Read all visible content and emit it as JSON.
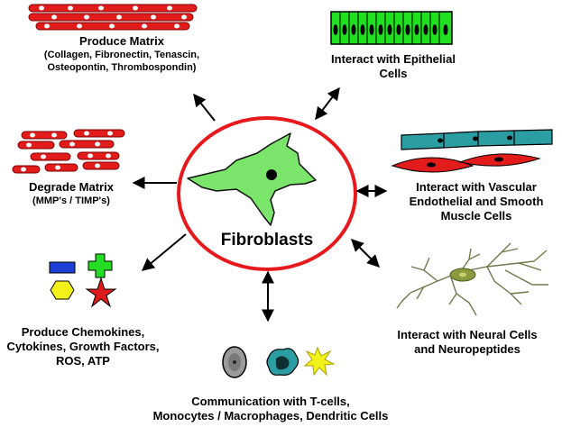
{
  "center": {
    "label": "Fibroblasts"
  },
  "nodes": {
    "produce_matrix": {
      "title": "Produce Matrix",
      "detail_line1": "(Collagen, Fibronectin, Tenascin,",
      "detail_line2": "Osteopontin, Thrombospondin)"
    },
    "epithelial": {
      "line1": "Interact with Epithelial",
      "line2": "Cells"
    },
    "degrade_matrix": {
      "title": "Degrade Matrix",
      "detail": "(MMP's / TIMP's)"
    },
    "vascular": {
      "line1": "Interact with Vascular",
      "line2": "Endothelial and Smooth",
      "line3": "Muscle Cells"
    },
    "chemokines": {
      "line1": "Produce Chemokines,",
      "line2": "Cytokines, Growth Factors,",
      "line3": "ROS, ATP"
    },
    "neural": {
      "line1": "Interact with Neural Cells",
      "line2": "and Neuropeptides"
    },
    "immune": {
      "line1": "Communication with T-cells,",
      "line2": "Monocytes / Macrophages, Dendritic Cells"
    }
  },
  "colors": {
    "ring": "#e8191c",
    "fibroblast": "#7be46a",
    "collagen": "#e31b1b",
    "epithelial": "#21e021",
    "endothelial": "#2a9ea3",
    "smooth_muscle": "#e21b1b",
    "blue_shape": "#1e3fd6",
    "green_shape": "#22dd22",
    "yellow_shape": "#f2f21a",
    "red_star": "#dd1b1b"
  }
}
